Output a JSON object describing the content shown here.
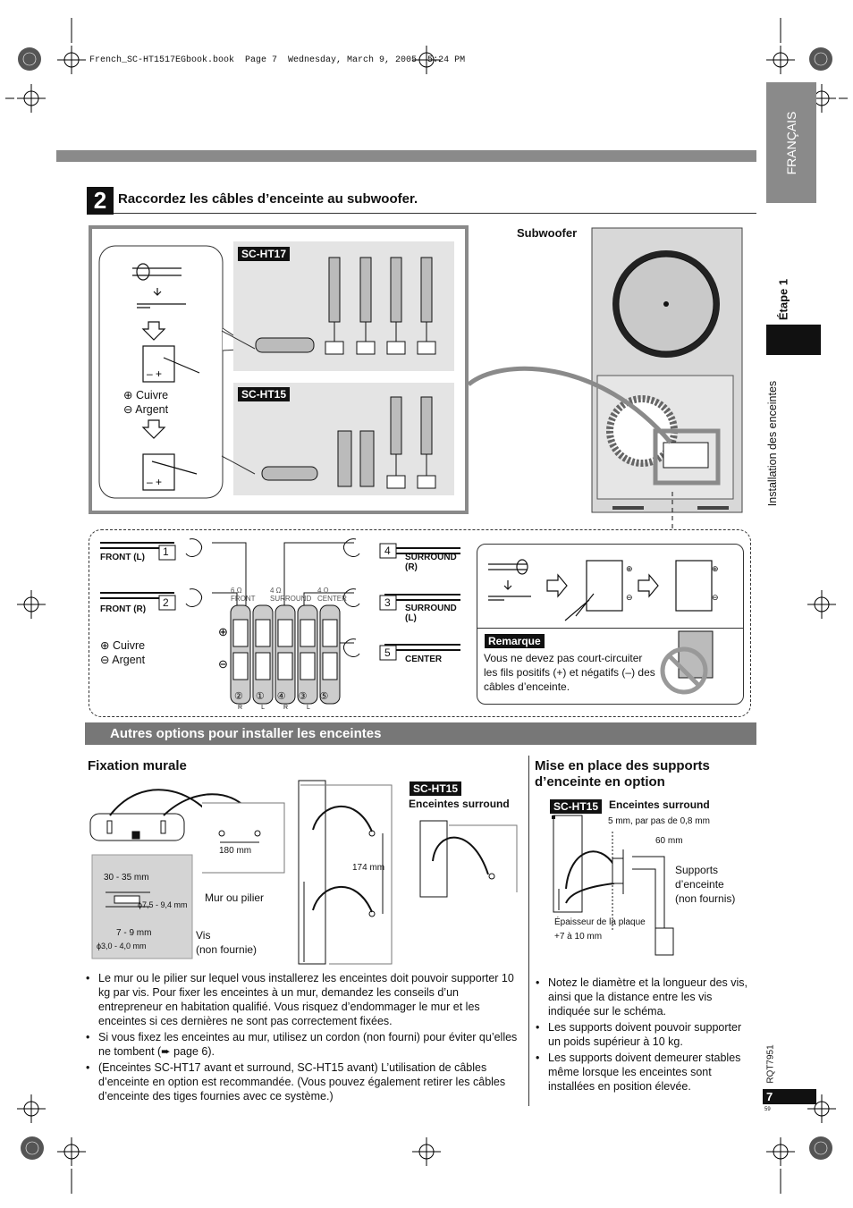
{
  "header": {
    "file_info": "French_SC-HT1517EGbook.book  Page 7  Wednesday, March 9, 2005  5:24 PM"
  },
  "sidebar": {
    "language": "FRANÇAIS",
    "step": "Étape 1",
    "section": "Installation des enceintes",
    "doc_code": "RQT7951",
    "page_number": "7",
    "page_sub": "59"
  },
  "step2": {
    "number": "2",
    "title": "Raccordez les câbles d’enceinte au subwoofer.",
    "subwoofer_label": "Subwoofer",
    "model_a": "SC-HT17",
    "model_b": "SC-HT15",
    "cuivre": "⊕ Cuivre",
    "argent": "⊖ Argent"
  },
  "terminals": {
    "front_l": "FRONT (L)",
    "front_r": "FRONT (R)",
    "surround_r": "SURROUND (R)",
    "surround_l": "SURROUND (L)",
    "center": "CENTER",
    "n1": "1",
    "n2": "2",
    "n3": "3",
    "n4": "4",
    "n5": "5",
    "cuivre": "Cuivre",
    "argent": "Argent",
    "front_ohm": "6 Ω FRONT",
    "surround_ohm": "4 Ω SURROUND",
    "center_ohm": "4 Ω CENTER",
    "bottom_nums": [
      "②",
      "①",
      "④",
      "③",
      "⑤"
    ],
    "bottom_letters": [
      "R",
      "L",
      "R",
      "L"
    ]
  },
  "remarque": {
    "label": "Remarque",
    "text": "Vous ne devez pas court-circuiter les fils positifs (+) et négatifs (–) des câbles d’enceinte."
  },
  "options": {
    "bar_title": "Autres options pour installer les enceintes",
    "wall": {
      "title": "Fixation murale",
      "tag": "SC-HT15",
      "surround": "Enceintes surround",
      "d180": "180 mm",
      "d174": "174 mm",
      "d30_35": "30 - 35 mm",
      "d7_5": "ϕ7,5 - 9,4 mm",
      "d7_9": "7 - 9 mm",
      "d3": "ϕ3,0 - 4,0 mm",
      "wall_label": "Mur ou pilier",
      "screw_label": "Vis",
      "screw_note": "(non fournie)",
      "bullets": [
        "Le mur ou le pilier sur lequel vous installerez les enceintes doit pouvoir supporter 10 kg par vis. Pour fixer les enceintes à un mur, demandez les conseils d’un entrepreneur en habitation qualifié. Vous risquez d’endommager le mur et les enceintes si ces dernières ne sont pas correctement fixées.",
        "Si vous fixez les enceintes au mur, utilisez un cordon (non fourni) pour éviter qu’elles ne tombent (➨ page 6).",
        "(Enceintes SC-HT17 avant et surround, SC-HT15 avant) L’utilisation de câbles d’enceinte en option est recommandée. (Vous pouvez également retirer les câbles d’enceinte des tiges fournies avec ce système.)"
      ]
    },
    "stand": {
      "title_line1": "Mise en place des supports",
      "title_line2": "d’enceinte en option",
      "tag": "SC-HT15",
      "surround": "Enceintes surround",
      "pitch": "5 mm, par pas de 0,8 mm",
      "d60": "60 mm",
      "supports1": "Supports",
      "supports2": "d’enceinte",
      "supports3": "(non fournis)",
      "plate1": "Épaisseur de la plaque",
      "plate2": "+7 à 10 mm",
      "bullets": [
        "Notez le diamètre et la longueur des vis, ainsi que la distance entre les vis indiquée sur le schéma.",
        "Les supports doivent pouvoir supporter un poids supérieur à 10 kg.",
        "Les supports doivent demeurer stables même lorsque les enceintes sont installées en position élevée."
      ]
    }
  }
}
